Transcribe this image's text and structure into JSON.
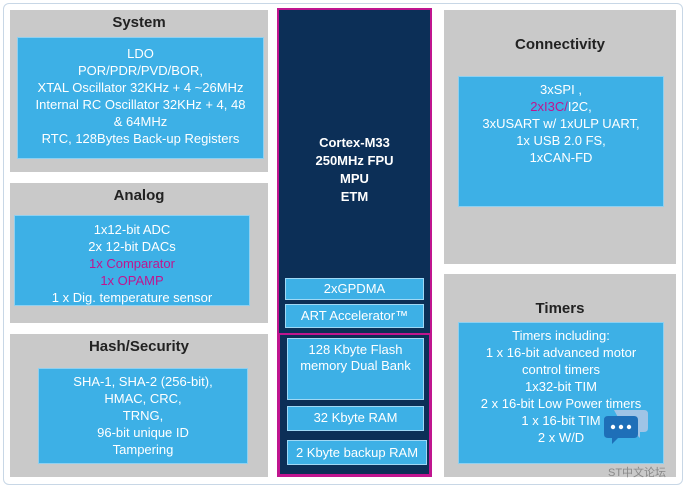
{
  "system": {
    "title": "System",
    "lines": [
      "LDO",
      "POR/PDR/PVD/BOR,",
      "XTAL Oscillator 32KHz + 4 ~26MHz",
      "Internal RC Oscillator 32KHz + 4, 48",
      "& 64MHz",
      "RTC, 128Bytes Back-up Registers"
    ]
  },
  "analog": {
    "title": "Analog",
    "lines": [
      "1x12-bit ADC",
      "2x 12-bit DACs",
      "1x Comparator",
      "1x OPAMP",
      "1 x Dig. temperature sensor"
    ]
  },
  "hash": {
    "title": "Hash/Security",
    "lines": [
      "SHA-1, SHA-2 (256-bit),",
      "HMAC, CRC,",
      "TRNG,",
      "96-bit unique ID",
      "Tampering"
    ]
  },
  "core": {
    "lines": [
      "Cortex-M33",
      "250MHz  FPU",
      "MPU",
      "ETM"
    ],
    "gpdma": "2xGPDMA",
    "art": "ART Accelerator™",
    "flash": [
      "128 Kbyte Flash",
      "memory  Dual Bank"
    ],
    "ram": "32 Kbyte RAM",
    "backup_ram": "2 Kbyte backup RAM"
  },
  "connectivity": {
    "title": "Connectivity",
    "line1": "3xSPI ,",
    "line2_hl": "2xI3C/",
    "line2_rest": "I2C,",
    "lines_rest": [
      "3xUSART w/ 1xULP UART,",
      "1x USB 2.0 FS,",
      "1xCAN-FD"
    ]
  },
  "timers": {
    "title": "Timers",
    "lines": [
      "Timers including:",
      "1 x 16-bit advanced motor",
      "control timers",
      "1x32-bit TIM",
      "2 x 16-bit Low Power timers",
      "1 x 16-bit TIM",
      "2 x W/D"
    ]
  },
  "watermark": "ST中文论坛",
  "colors": {
    "panel": "#c9c9c9",
    "box": "#3db0e6",
    "core": "#0c2f57",
    "highlight": "#c0158f"
  }
}
